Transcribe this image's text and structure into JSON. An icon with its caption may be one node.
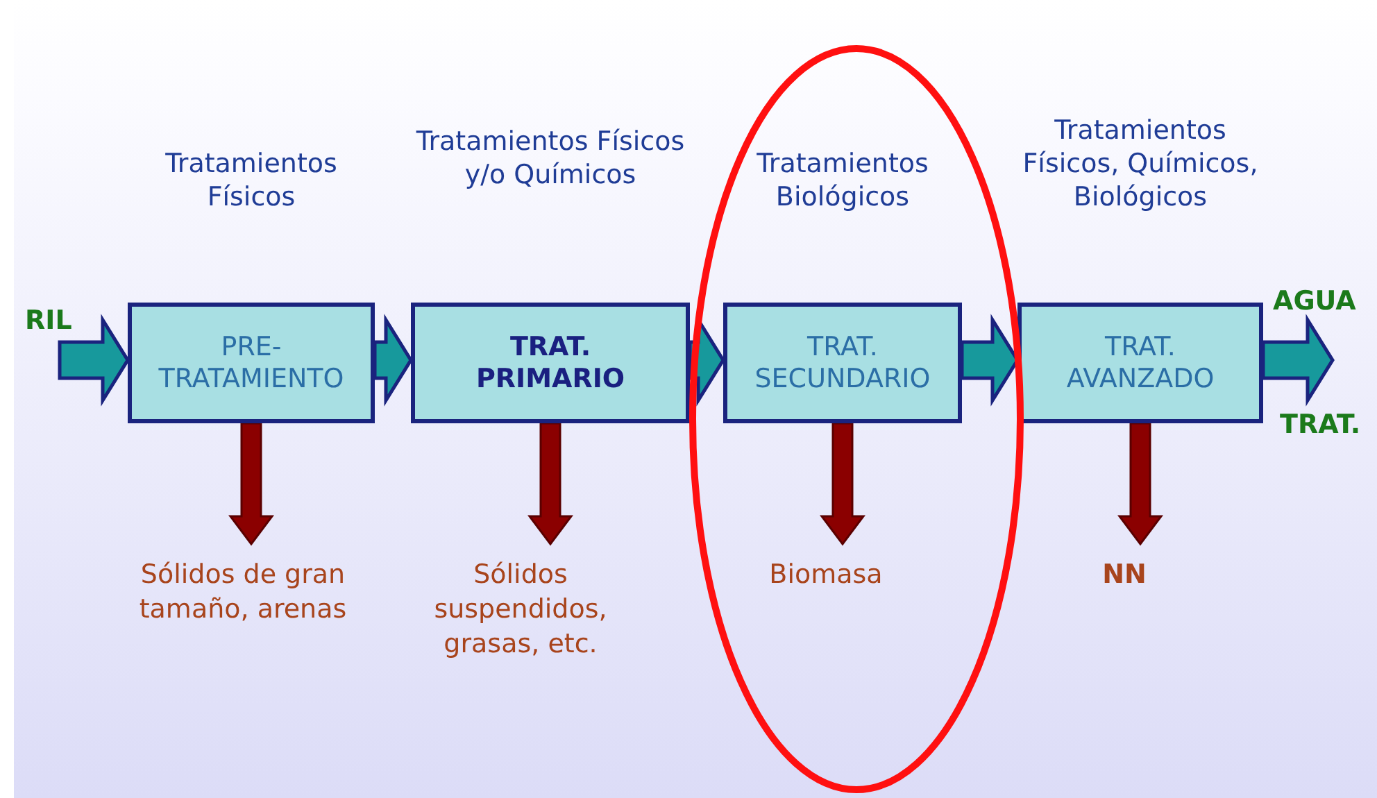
{
  "diagram": {
    "nodes": [
      {
        "text": [
          "Tratamientos Físicos",
          "PRE- TRATAMIENTO"
        ]
      },
      {
        "text": [
          "Tratamientos Físicos y/o Químicos",
          "TRAT. PRIMARIO"
        ]
      },
      {
        "text": [
          "Tratamientos Biológicos",
          "TRAT. SECUNDARIO"
        ]
      },
      {
        "text": [
          "Tratamientos Físicos, Químicos, Biológicos",
          "TRAT. AVANZADO"
        ]
      },
      {
        "text": [
          "Sólidos de gran tamaño, arenas"
        ]
      },
      {
        "text": [
          "Sólidos suspendidos, grasas, etc."
        ]
      },
      {
        "text": [
          "Biomasa"
        ]
      },
      {
        "text": [
          "NN"
        ]
      }
    ],
    "edges": [
      {
        "from": null,
        "to": 0,
        "arrow": "to"
      },
      {
        "from": 0,
        "to": 1,
        "arrow": "to"
      },
      {
        "from": 1,
        "to": 2,
        "arrow": "to"
      },
      {
        "from": 2,
        "to": 3,
        "arrow": "to"
      },
      {
        "from": 3,
        "to": null,
        "arrow": "to"
      },
      {
        "from": 0,
        "to": 4,
        "arrow": "to",
        "color": "#8b0000"
      },
      {
        "from": 1,
        "to": 5,
        "arrow": "to",
        "color": "#8b0000"
      },
      {
        "from": 2,
        "to": 6,
        "arrow": "to",
        "color": "#8b0000"
      },
      {
        "from": 3,
        "to": 7,
        "arrow": "to",
        "color": "#8b0000"
      }
    ],
    "labels": [
      "RIL",
      "AGUA",
      "TRAT."
    ]
  }
}
